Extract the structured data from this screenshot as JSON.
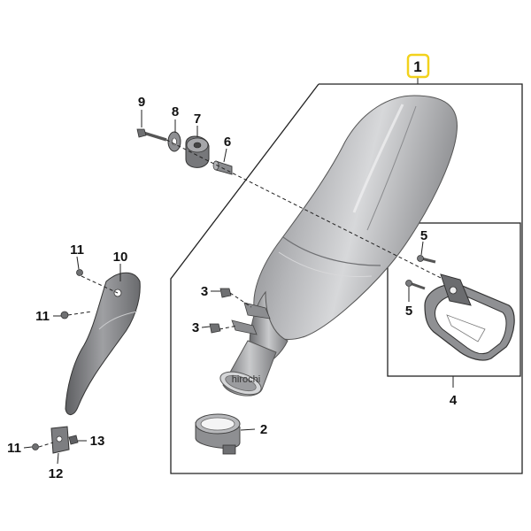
{
  "diagram": {
    "callouts": {
      "c1": "1",
      "c2": "2",
      "c3a": "3",
      "c3b": "3",
      "c4": "4",
      "c5a": "5",
      "c5b": "5",
      "c6": "6",
      "c7": "7",
      "c8": "8",
      "c9": "9",
      "c10": "10",
      "c11a": "11",
      "c11b": "11",
      "c11c": "11",
      "c12": "12",
      "c13": "13"
    },
    "watermark": "hirochi",
    "colors": {
      "highlight_box": "#f2d21c",
      "metal_dark": "#6f7072",
      "metal_mid": "#a9aaad",
      "metal_light": "#dcdcde"
    }
  }
}
